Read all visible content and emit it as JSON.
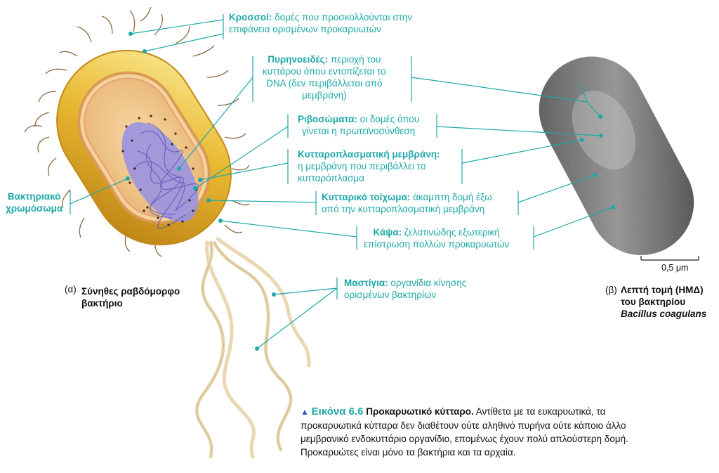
{
  "labels": {
    "pili": {
      "term": "Κροσσοί:",
      "desc1": " δομές που προσκολλούνται στην",
      "desc2": "επιφάνεια ορισμένων προκαρυωτών"
    },
    "nucleoid": {
      "term": "Πυρηνοειδές:",
      "desc1": " περιοχή του",
      "desc2": "κυττάρου όπου εντοπίζεται το",
      "desc3": "DNA (δεν περιβάλλεται από",
      "desc4": "μεμβράνη)"
    },
    "ribosomes": {
      "term": "Ριβοσώματα:",
      "desc1": " οι δομές όπου",
      "desc2": "γίνεται η πρωτεϊνοσύνθεση"
    },
    "membrane": {
      "term": "Κυτταροπλασματική μεμβράνη:",
      "desc1": "η μεμβράνη που περιβάλλει το",
      "desc2": "κυτταρόπλασμα"
    },
    "wall": {
      "term": "Κυτταρικό τοίχωμα:",
      "desc1": " άκαμπτη δομή έξω",
      "desc2": "από την κυτταροπλασματική μεμβράνη"
    },
    "capsule": {
      "term": "Κάψα:",
      "desc1": " ζελατινώδης εξωτερική",
      "desc2": "επίστρωση πολλών προκαρυωτών"
    },
    "flagella": {
      "term": "Μαστίγια:",
      "desc1": " οργανίδια κίνησης",
      "desc2": "ορισμένων βακτηρίων"
    },
    "chromosome": {
      "line1": "Βακτηριακό",
      "line2": "χρωμόσωμα"
    }
  },
  "panel_a": {
    "letter": "(α)",
    "line1": "Σύνηθες ραβδόμορφο",
    "line2": "βακτήριο"
  },
  "panel_b": {
    "letter": "(β)",
    "line1": "Λεπτή τομή (ΗΜΔ)",
    "line2": "του βακτηρίου",
    "line3": "Bacillus coagulans"
  },
  "scale_bar": "0,5 μm",
  "caption": {
    "marker": "▲",
    "figure": "Εικόνα 6.6",
    "heading": "Προκαρυωτικό κύτταρο.",
    "text1": " Αντίθετα με τα ευκαρυωτικά, τα",
    "line2": "προκαρυωτικά κύτταρα δεν διαθέτουν ούτε αληθινό πυρήνα ούτε κάποιο άλλο",
    "line3": "μεμβρανικό ενδοκυττάριο οργανίδιο, επομένως έχουν πολύ απλούστερη δομή.",
    "line4": "Προκαρυώτες είναι μόνο τα βακτήρια και τα αρχαία."
  },
  "colors": {
    "accent": "#1ea8a8",
    "capsule": "#e8b830",
    "cytoplasm": "#f1c98a",
    "nucleoid": "#8a82d8",
    "caption_marker": "#2a52c8"
  }
}
